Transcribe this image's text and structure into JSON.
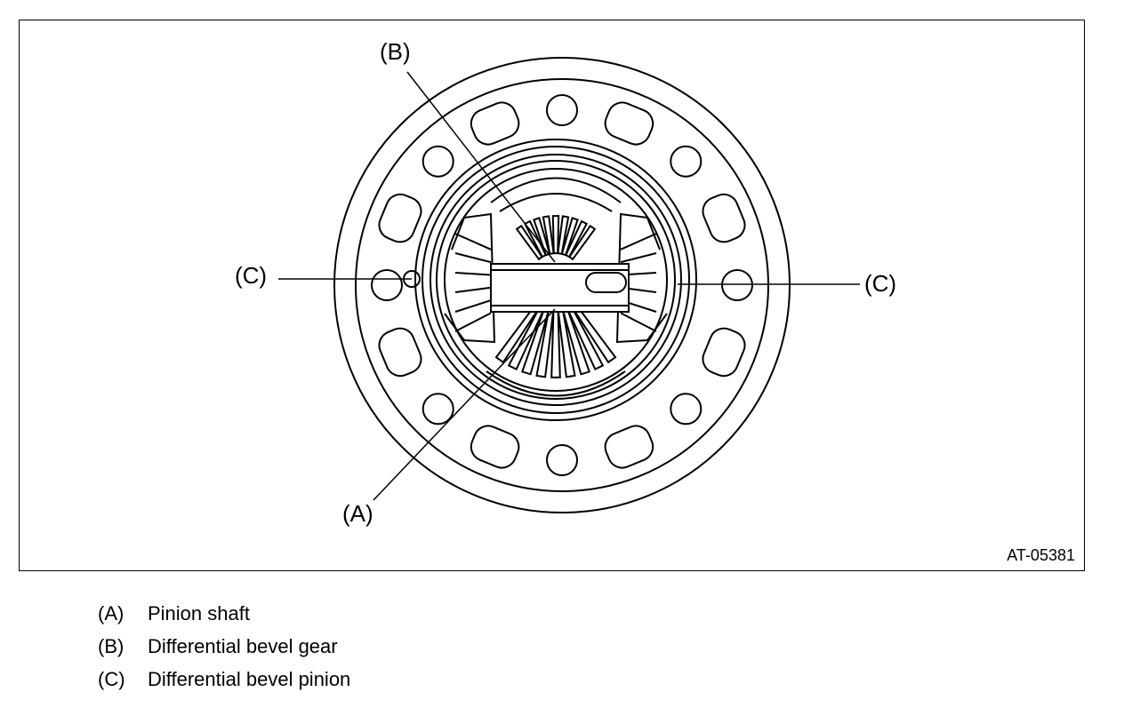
{
  "figure": {
    "id": "AT-05381",
    "callouts": {
      "a": "(A)",
      "b": "(B)",
      "c_left": "(C)",
      "c_right": "(C)"
    }
  },
  "legend": [
    {
      "key": "(A)",
      "text": "Pinion shaft"
    },
    {
      "key": "(B)",
      "text": "Differential bevel gear"
    },
    {
      "key": "(C)",
      "text": "Differential bevel pinion"
    }
  ]
}
